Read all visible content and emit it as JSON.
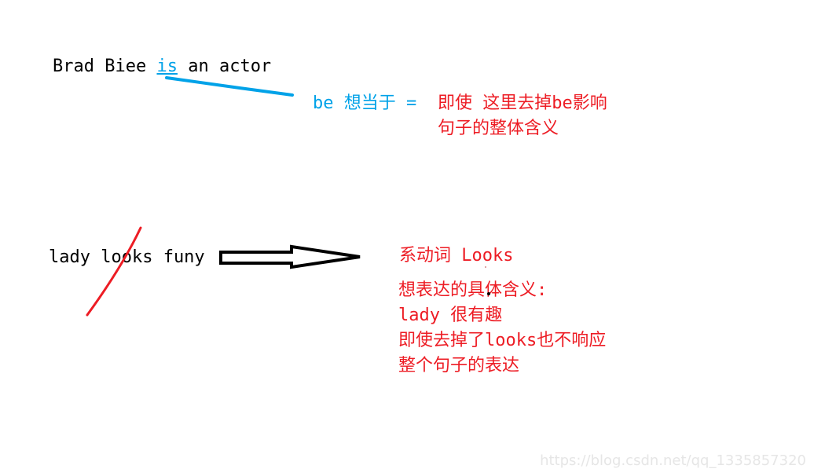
{
  "sentence1": {
    "before": "Brad Biee",
    "verb": "is",
    "after": "an actor"
  },
  "note1": {
    "label": "be 想当于 =",
    "line1": "即使 这里去掉be影响",
    "line2": "句子的整体含义"
  },
  "sentence2": {
    "text": "lady looks funy"
  },
  "note2": {
    "title": "系动词 Looks",
    "lines": [
      "想表达的具体含义:",
      "lady 很有趣",
      "即使去掉了looks也不响应",
      "整个句子的表达"
    ]
  },
  "watermark": "https://blog.csdn.net/qq_1335857320",
  "colors": {
    "black": "#000000",
    "red": "#ed1c24",
    "blue": "#00a2e8"
  }
}
